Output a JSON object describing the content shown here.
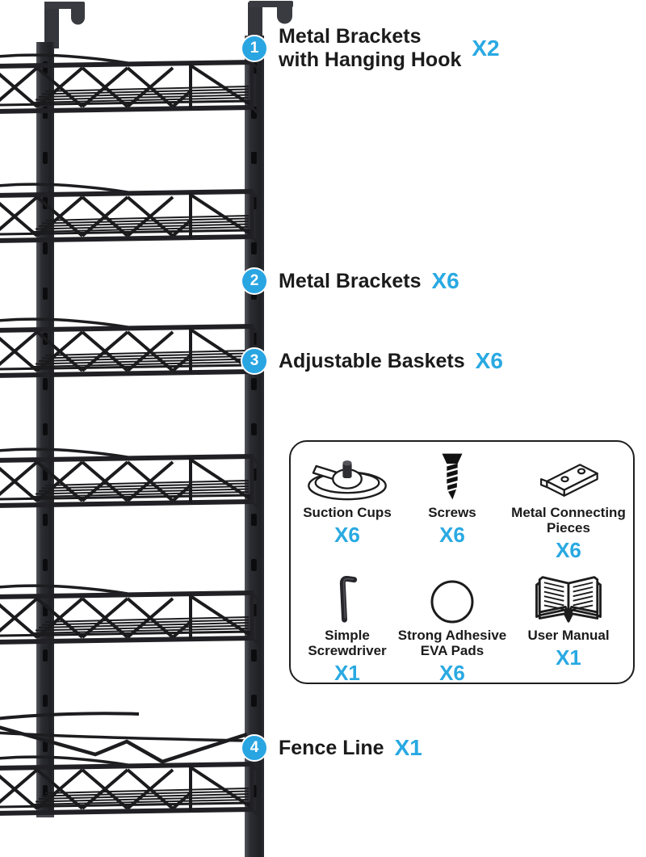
{
  "colors": {
    "accent_blue": "#29a9e2",
    "text_black": "#1b1b1b",
    "rack_dark": "#26272b"
  },
  "callouts": [
    {
      "num": "1",
      "line1": "Metal Brackets",
      "line2": "with Hanging Hook",
      "count": "X2"
    },
    {
      "num": "2",
      "line1": "Metal Brackets",
      "count": "X6"
    },
    {
      "num": "3",
      "line1": "Adjustable Baskets",
      "count": "X6"
    },
    {
      "num": "4",
      "line1": "Fence Line",
      "count": "X1"
    }
  ],
  "parts_box": {
    "items": [
      {
        "icon": "suction-cup-icon",
        "line1": "Suction Cups",
        "count": "X6"
      },
      {
        "icon": "screw-icon",
        "line1": "Screws",
        "count": "X6"
      },
      {
        "icon": "metal-connecting-pieces-icon",
        "line1": "Metal Connecting",
        "line2": "Pieces",
        "count": "X6"
      },
      {
        "icon": "allen-key-icon",
        "line1": "Simple",
        "line2": "Screwdriver",
        "count": "X1"
      },
      {
        "icon": "eva-pad-icon",
        "line1": "Strong Adhesive",
        "line2": "EVA Pads",
        "count": "X6"
      },
      {
        "icon": "user-manual-icon",
        "line1": "User Manual",
        "count": "X1"
      }
    ]
  }
}
